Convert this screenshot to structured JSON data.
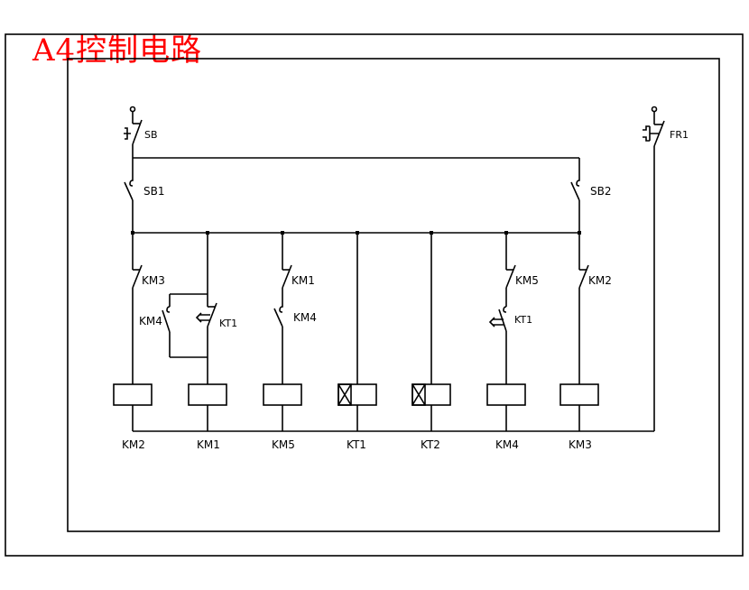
{
  "title": "A4控制电路",
  "colors": {
    "title": "#ff0000",
    "lines": "#000000",
    "background": "#ffffff"
  },
  "supply": {
    "stop_button": {
      "label": "SB",
      "type": "pushbutton-nc"
    },
    "overload_relay": {
      "label": "FR1",
      "type": "thermal-overload-nc"
    }
  },
  "start_buttons": [
    {
      "label": "SB1",
      "type": "switch-no"
    },
    {
      "label": "SB2",
      "type": "switch-no"
    }
  ],
  "branches": [
    {
      "coil": "KM2",
      "coil_type": "relay",
      "contacts": [
        {
          "label": "KM3",
          "type": "nc"
        }
      ]
    },
    {
      "coil": "KM1",
      "coil_type": "relay",
      "contacts": [
        {
          "label": "KT1",
          "type": "timed-nc"
        },
        {
          "label": "KM4",
          "type": "no",
          "parallel": true
        }
      ]
    },
    {
      "coil": "KM5",
      "coil_type": "relay",
      "contacts": [
        {
          "label": "KM1",
          "type": "nc"
        },
        {
          "label": "KM4",
          "type": "no"
        }
      ]
    },
    {
      "coil": "KT1",
      "coil_type": "timer",
      "contacts": []
    },
    {
      "coil": "KT2",
      "coil_type": "timer",
      "contacts": []
    },
    {
      "coil": "KM4",
      "coil_type": "relay",
      "contacts": [
        {
          "label": "KM5",
          "type": "nc"
        },
        {
          "label": "KT1",
          "type": "timed-no"
        }
      ]
    },
    {
      "coil": "KM3",
      "coil_type": "relay",
      "contacts": [
        {
          "label": "KM2",
          "type": "nc"
        }
      ]
    }
  ]
}
